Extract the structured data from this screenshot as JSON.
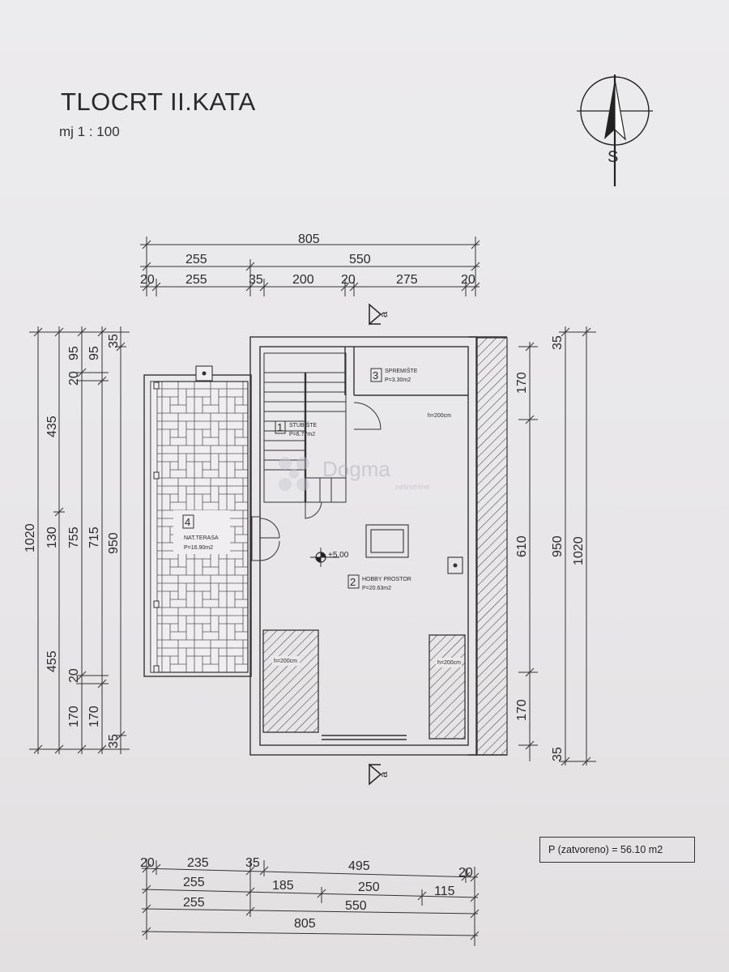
{
  "header": {
    "title": "TLOCRT II.KATA",
    "scale": "mj 1 : 100"
  },
  "north": {
    "letter": "S"
  },
  "section_marker": "a",
  "dims_top": {
    "row1": "805",
    "row2": [
      "255",
      "550"
    ],
    "row3": [
      "20",
      "255",
      "35",
      "200",
      "20",
      "275",
      "20"
    ]
  },
  "dims_bottom": {
    "row1": [
      "20",
      "235",
      "35",
      "495",
      "20"
    ],
    "row2": [
      "255",
      "185",
      "250",
      "115"
    ],
    "row3": [
      "255",
      "550"
    ],
    "row4": "805"
  },
  "dims_left": {
    "outer": "1020",
    "col2": [
      "435",
      "130",
      "455"
    ],
    "col3": [
      "95",
      "20",
      "755",
      "20",
      "170"
    ],
    "col4": [
      "95",
      "715",
      "170"
    ],
    "col5": [
      "35",
      "950",
      "35"
    ]
  },
  "dims_right": {
    "inner": [
      "35",
      "170",
      "610",
      "170",
      "35"
    ],
    "mid": "950",
    "outer": "1020"
  },
  "rooms": [
    {
      "num": "1",
      "name": "STUBIŠTE",
      "area": "P=6.77m2"
    },
    {
      "num": "2",
      "name": "HOBBY PROSTOR",
      "area": "P=20.63m2"
    },
    {
      "num": "3",
      "name": "SPREMIŠTE",
      "area": "P=3.30m2"
    },
    {
      "num": "4",
      "name": "NAT.TERASA",
      "area": "P=16.90m2"
    }
  ],
  "level_mark": "+5.00",
  "height_notes": [
    "h=200cm",
    "h=200cm",
    "h=200cm"
  ],
  "watermark": {
    "brand": "Dogma",
    "sub": "nekretnine"
  },
  "summary": {
    "area_text": "P (zatvoreno) =  56.10 m2"
  }
}
